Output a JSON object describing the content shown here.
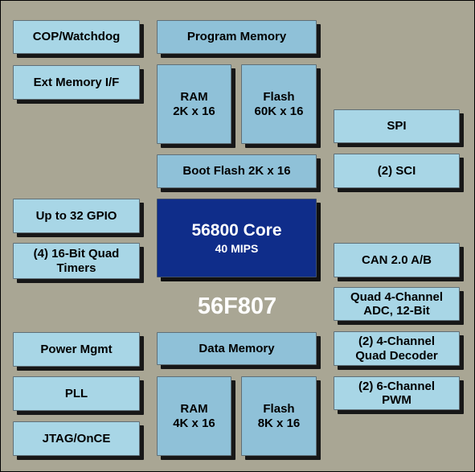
{
  "diagram": {
    "part_number": "56F807",
    "left": {
      "cop_watchdog": "COP/Watchdog",
      "ext_memory_if": "Ext Memory I/F",
      "gpio": "Up to 32 GPIO",
      "timers": "(4) 16-Bit Quad\nTimers",
      "power_mgmt": "Power Mgmt",
      "pll": "PLL",
      "jtag_once": "JTAG/OnCE"
    },
    "center": {
      "program_memory": "Program Memory",
      "program_ram": "RAM\n2K x 16",
      "program_flash": "Flash\n60K x 16",
      "boot_flash": "Boot Flash 2K x 16",
      "core_title": "56800 Core",
      "core_subtitle": "40 MIPS",
      "data_memory": "Data Memory",
      "data_ram": "RAM\n4K x 16",
      "data_flash": "Flash\n8K x 16"
    },
    "right": {
      "spi": "SPI",
      "sci": "(2) SCI",
      "can": "CAN 2.0 A/B",
      "adc": "Quad 4-Channel\nADC, 12-Bit",
      "quad_decoder": "(2) 4-Channel\nQuad Decoder",
      "pwm": "(2) 6-Channel\nPWM"
    }
  }
}
